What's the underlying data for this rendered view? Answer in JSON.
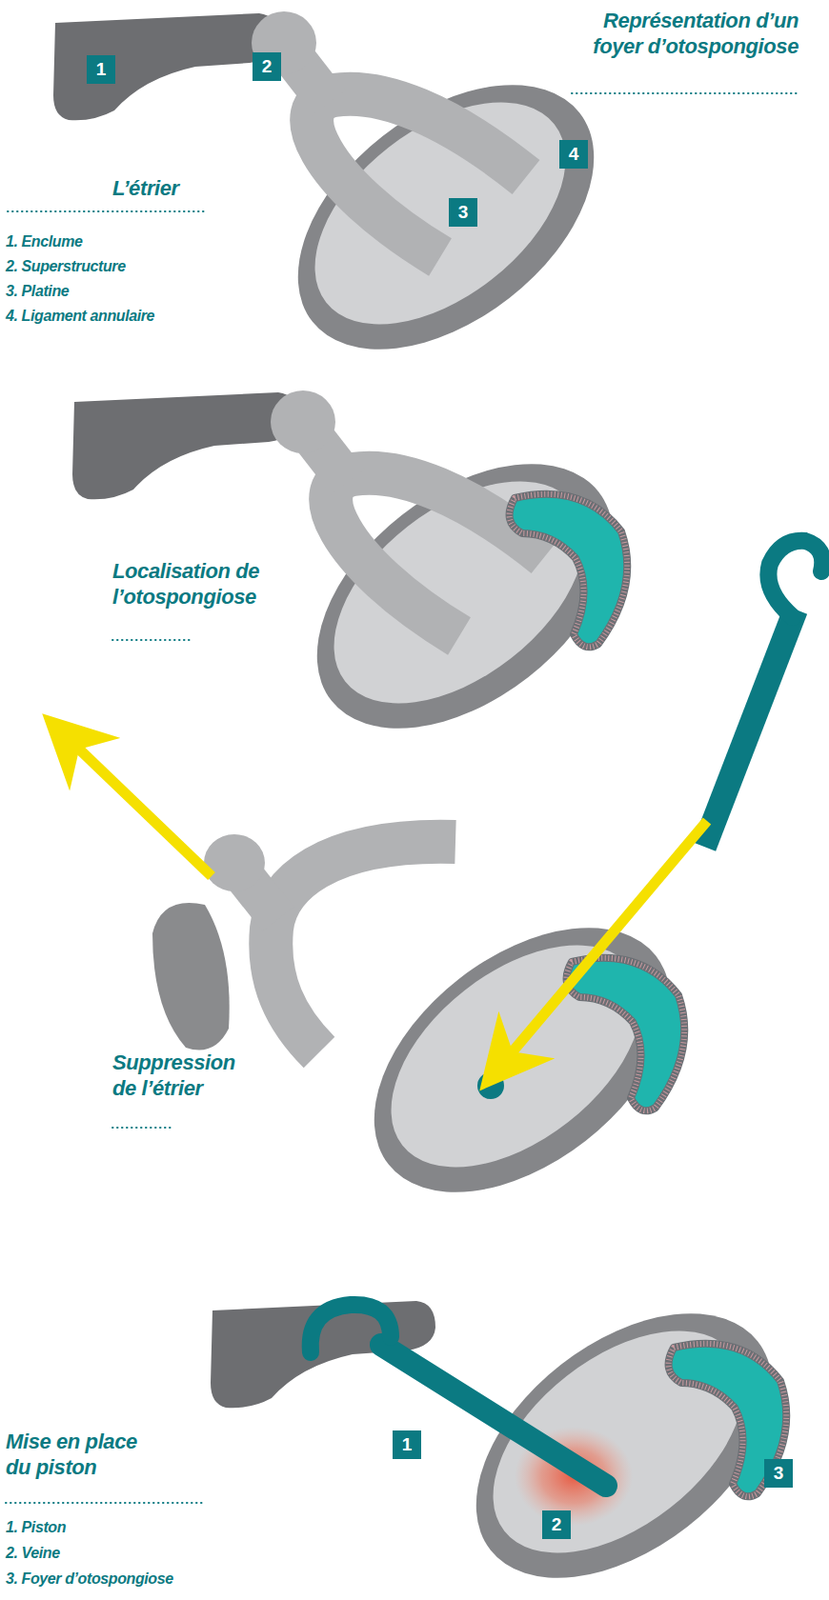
{
  "diagram": {
    "title": "Représentation d’un foyer d’otospongiose",
    "labels": [
      "1",
      "2",
      "3",
      "4",
      "L’étrier",
      "1. Enclume",
      "2. Superstructure",
      "3. Platine",
      "4. Ligament annulaire",
      "Localisation de l’otospongiose",
      "Suppression de l’étrier",
      "Mise en place du piston",
      "1. Piston",
      "2. Veine",
      "3. Foyer d’otospongiose",
      "1",
      "2",
      "3"
    ]
  }
}
